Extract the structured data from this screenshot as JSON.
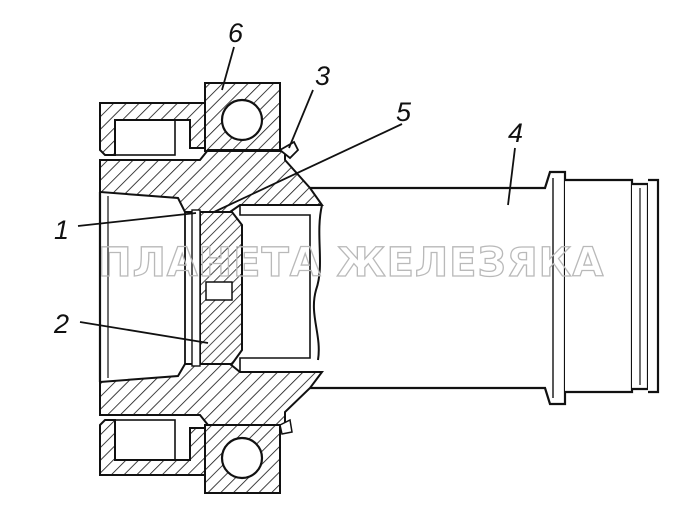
{
  "callouts": [
    {
      "id": "1",
      "text": "1"
    },
    {
      "id": "2",
      "text": "2"
    },
    {
      "id": "3",
      "text": "3"
    },
    {
      "id": "4",
      "text": "4"
    },
    {
      "id": "5",
      "text": "5"
    },
    {
      "id": "6",
      "text": "6"
    }
  ],
  "watermark": "ПЛАНЕТА ЖЕЛЕЗЯКА",
  "colors": {
    "line": "#111111",
    "background": "#ffffff",
    "watermark": "#b9b9b9"
  }
}
